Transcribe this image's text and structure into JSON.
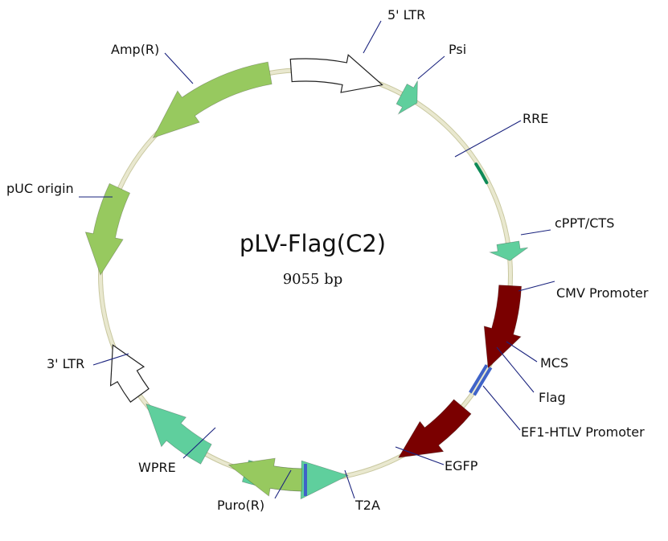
{
  "plasmid": {
    "name": "pLV-Flag(C2)",
    "size_label": "9055 bp"
  },
  "colors": {
    "backbone": "#e9e8cf",
    "backbone_edge": "#c9c8a0",
    "ltr_fill": "#ffffff",
    "teal": "#5fcf9d",
    "light_green": "#97c95f",
    "dark_red": "#7a0000",
    "mcs_blue": "#3f63c8",
    "rre_green": "#0e8a57"
  },
  "features": [
    {
      "name": "5' LTR",
      "type": "ltr"
    },
    {
      "name": "Psi",
      "type": "teal"
    },
    {
      "name": "RRE",
      "type": "rre"
    },
    {
      "name": "cPPT/CTS",
      "type": "teal"
    },
    {
      "name": "CMV Promoter",
      "type": "dark_red"
    },
    {
      "name": "MCS",
      "type": "mcs_blue"
    },
    {
      "name": "Flag",
      "type": "mcs_blue"
    },
    {
      "name": "EF1-HTLV Promoter",
      "type": "dark_red"
    },
    {
      "name": "EGFP",
      "type": "teal"
    },
    {
      "name": "T2A",
      "type": "mcs_blue"
    },
    {
      "name": "Puro(R)",
      "type": "light_green"
    },
    {
      "name": "WPRE",
      "type": "teal"
    },
    {
      "name": "3' LTR",
      "type": "ltr"
    },
    {
      "name": "pUC origin",
      "type": "light_green"
    },
    {
      "name": "Amp(R)",
      "type": "light_green"
    }
  ]
}
